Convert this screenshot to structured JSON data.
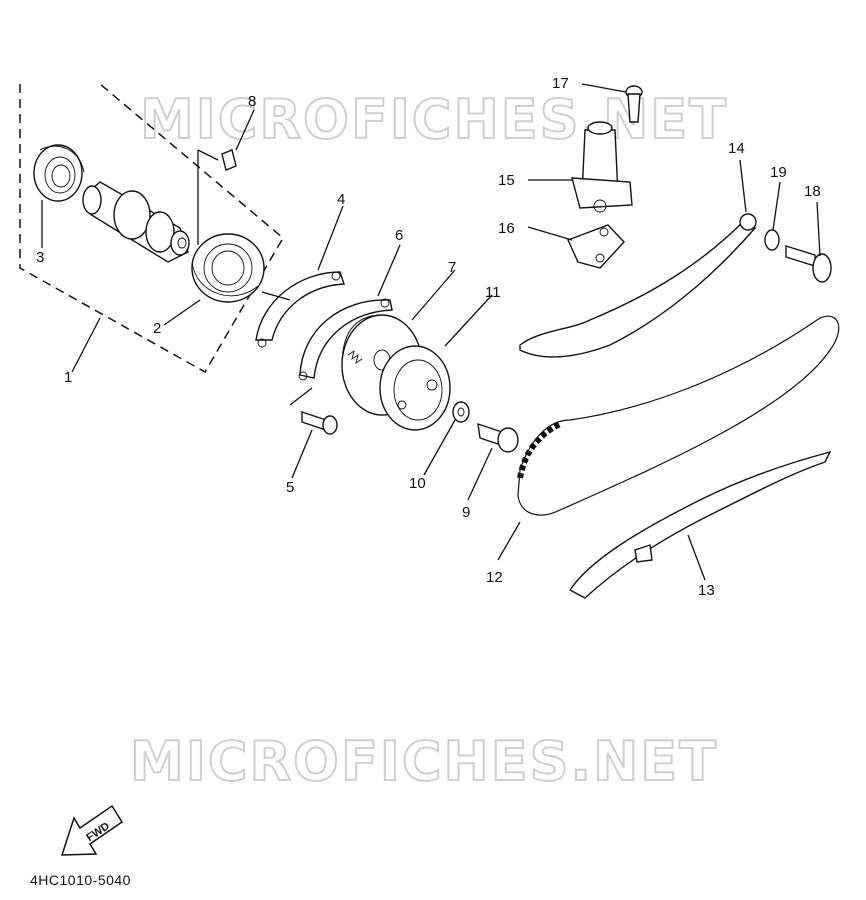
{
  "watermark": {
    "text": "MICROFICHES.NET"
  },
  "callouts": [
    {
      "id": "1",
      "label": "1"
    },
    {
      "id": "2",
      "label": "2"
    },
    {
      "id": "3",
      "label": "3"
    },
    {
      "id": "4",
      "label": "4"
    },
    {
      "id": "5",
      "label": "5"
    },
    {
      "id": "6",
      "label": "6"
    },
    {
      "id": "7",
      "label": "7"
    },
    {
      "id": "8",
      "label": "8"
    },
    {
      "id": "9",
      "label": "9"
    },
    {
      "id": "10",
      "label": "10"
    },
    {
      "id": "11",
      "label": "11"
    },
    {
      "id": "12",
      "label": "12"
    },
    {
      "id": "13",
      "label": "13"
    },
    {
      "id": "14",
      "label": "14"
    },
    {
      "id": "15",
      "label": "15"
    },
    {
      "id": "16",
      "label": "16"
    },
    {
      "id": "17",
      "label": "17"
    },
    {
      "id": "18",
      "label": "18"
    },
    {
      "id": "19",
      "label": "19"
    }
  ],
  "fwd_label": "FWD",
  "diagram_code": "4HC1010-5040"
}
